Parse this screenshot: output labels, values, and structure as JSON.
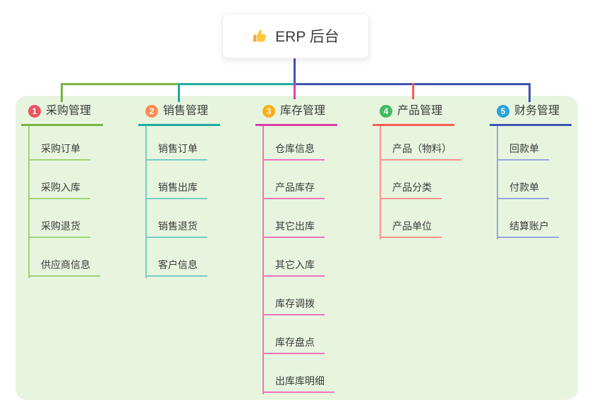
{
  "root": {
    "icon": "thumbs-up-icon",
    "title": "ERP 后台"
  },
  "panel": {
    "background": "#E7F5DF"
  },
  "connectors": {
    "root_line_color": "#4053B3"
  },
  "branches": [
    {
      "number": "1",
      "label": "采购管理",
      "badge_color": "#EF5362",
      "line_color": "#7CB342",
      "child_line_color": "#A3D077",
      "children": [
        "采购订单",
        "采购入库",
        "采购退货",
        "供应商信息"
      ]
    },
    {
      "number": "2",
      "label": "销售管理",
      "badge_color": "#FF8A50",
      "line_color": "#1FAAA0",
      "child_line_color": "#79CCC4",
      "children": [
        "销售订单",
        "销售出库",
        "销售退货",
        "客户信息"
      ]
    },
    {
      "number": "3",
      "label": "库存管理",
      "badge_color": "#FBAD17",
      "line_color": "#DC3FA6",
      "child_line_color": "#F173B9",
      "children": [
        "仓库信息",
        "产品库存",
        "其它出库",
        "其它入库",
        "库存调拨",
        "库存盘点",
        "出库库明细"
      ]
    },
    {
      "number": "4",
      "label": "产品管理",
      "badge_color": "#3DBD5D",
      "line_color": "#F85D56",
      "child_line_color": "#FA958C",
      "children": [
        "产品（物料）",
        "产品分类",
        "产品单位"
      ]
    },
    {
      "number": "5",
      "label": "财务管理",
      "badge_color": "#29A3DD",
      "line_color": "#4053B3",
      "child_line_color": "#98A6DC",
      "children": [
        "回款单",
        "付款单",
        "结算账户"
      ]
    }
  ]
}
